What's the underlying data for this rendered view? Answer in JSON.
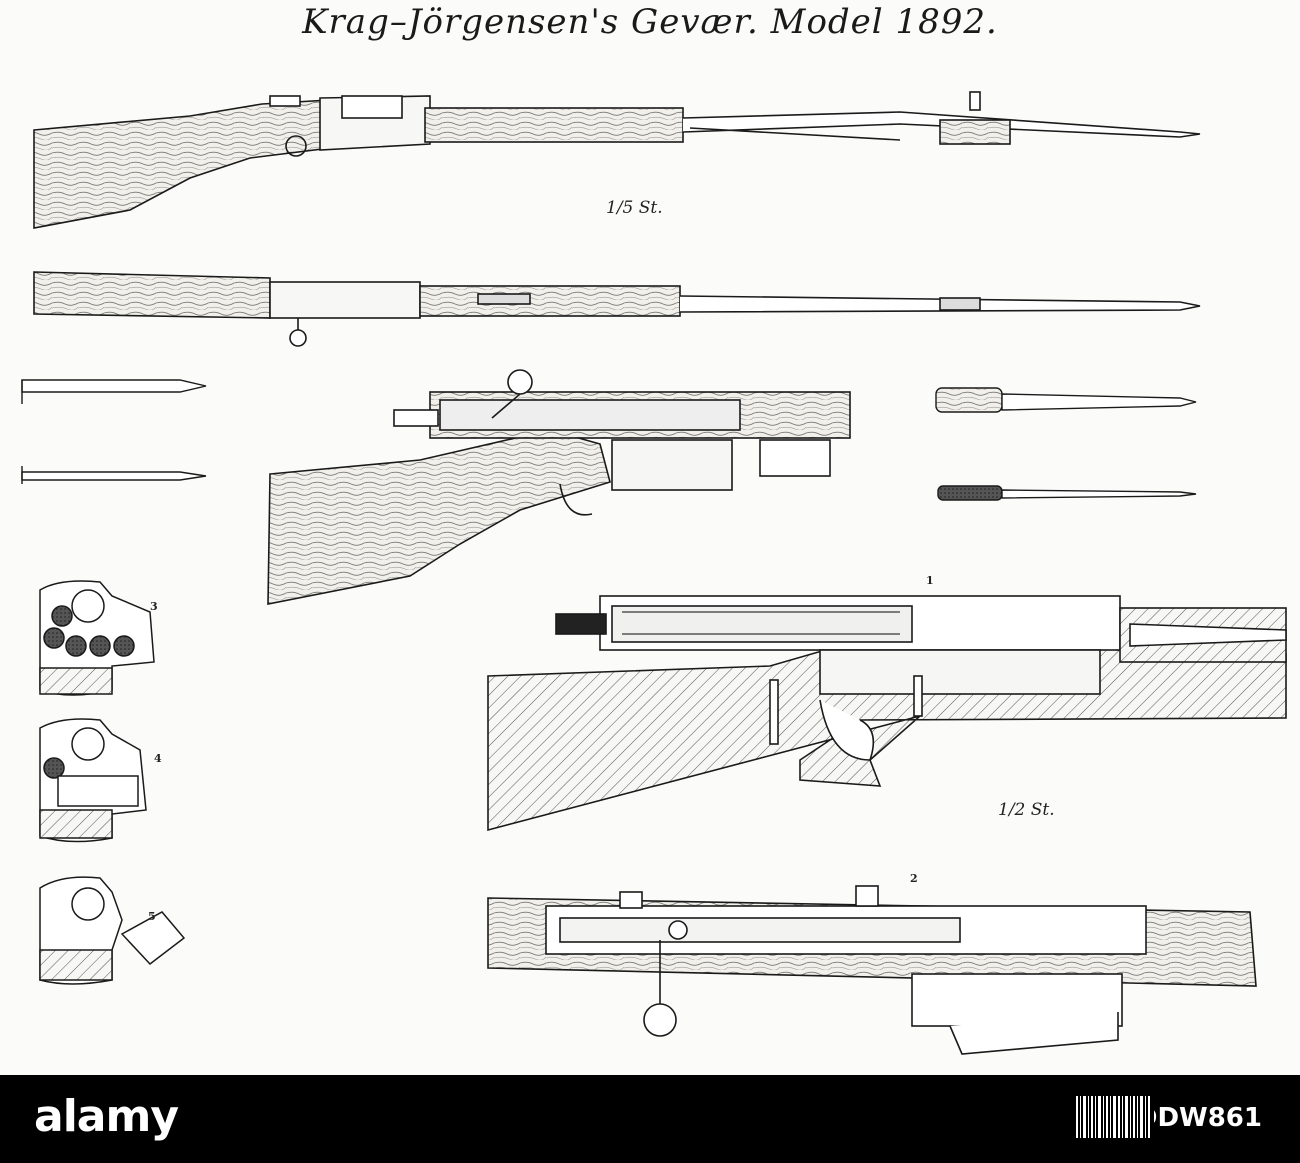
{
  "plate": {
    "title": "Krag–Jörgensen's Gevær. Model 1892.",
    "scales": {
      "fifth": "1/5 St.",
      "half": "1/2 St."
    },
    "figure_numbers": [
      "1",
      "2",
      "3",
      "4",
      "5"
    ]
  },
  "footer": {
    "brand": "alamy",
    "image_code": "2DDW861"
  },
  "colors": {
    "ink": "#1a1a1a",
    "wood": "#e9e6df",
    "footer": "#000000"
  }
}
